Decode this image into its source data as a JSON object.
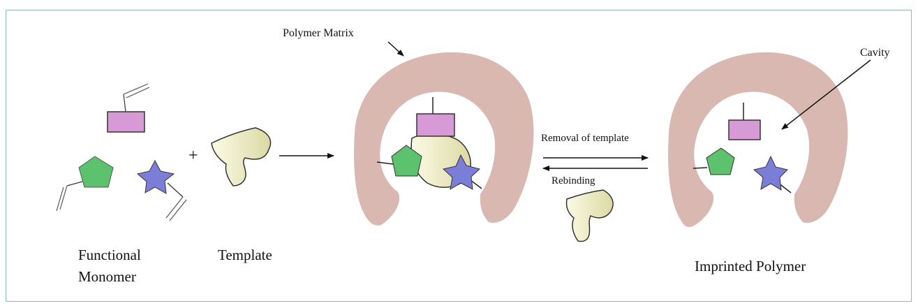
{
  "diagram": {
    "labels": {
      "polymer_matrix": "Polymer Matrix",
      "cavity": "Cavity",
      "functional_monomer_line1": "Functional",
      "functional_monomer_line2": "Monomer",
      "template": "Template",
      "plus": "+",
      "removal": "Removal of template",
      "rebinding": "Rebinding",
      "imprinted_polymer": "Imprinted Polymer"
    },
    "colors": {
      "polymer": "#d8b8b0",
      "monomer_rect": "#d79ad6",
      "monomer_pentagon": "#5cc26e",
      "monomer_star": "#7b7ed6",
      "template_light": "#fbfbe6",
      "template_dark": "#dcd9a4",
      "frame": "#8fb8ae"
    }
  }
}
